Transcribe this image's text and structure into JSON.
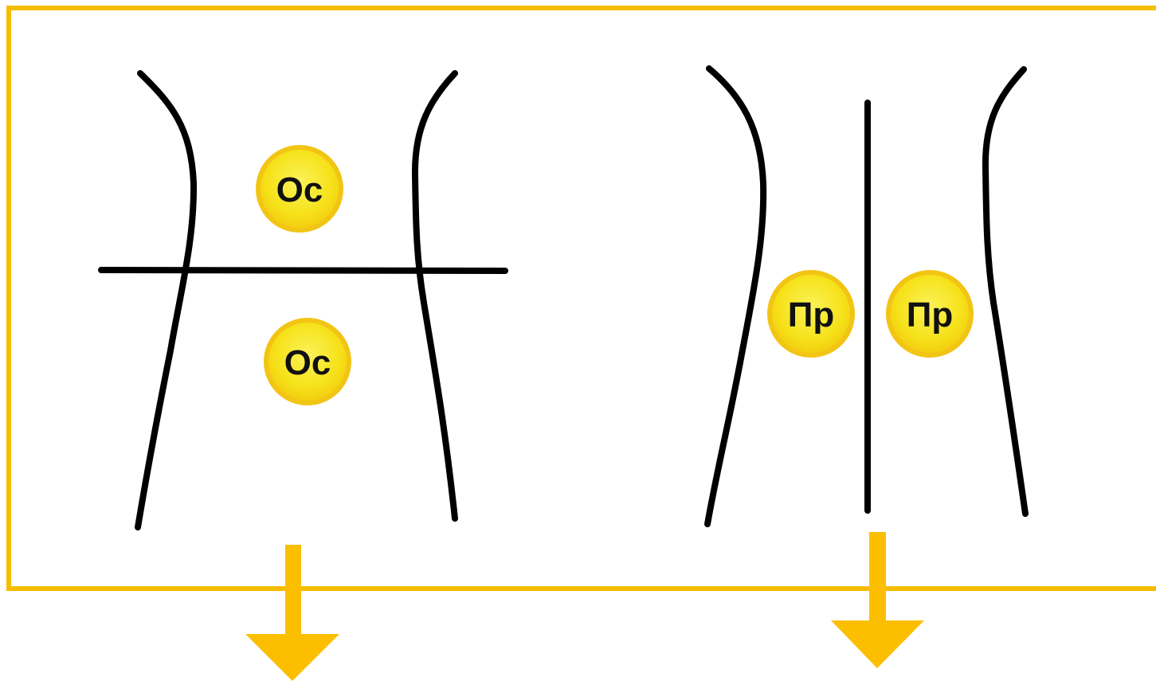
{
  "colors": {
    "frame": "#f5bd00",
    "arrow": "#fcbf00",
    "stroke": "#000000",
    "badge_fill": "#f6e21a",
    "badge_ring": "#f2c514",
    "badge_text": "#111111"
  },
  "left_panel": {
    "upper_badge": "Ос",
    "lower_badge": "Ос"
  },
  "right_panel": {
    "left_badge": "Пр",
    "right_badge": "Пр"
  },
  "icons": {
    "left_arrow": "arrow-down-icon",
    "right_arrow": "arrow-down-icon"
  }
}
